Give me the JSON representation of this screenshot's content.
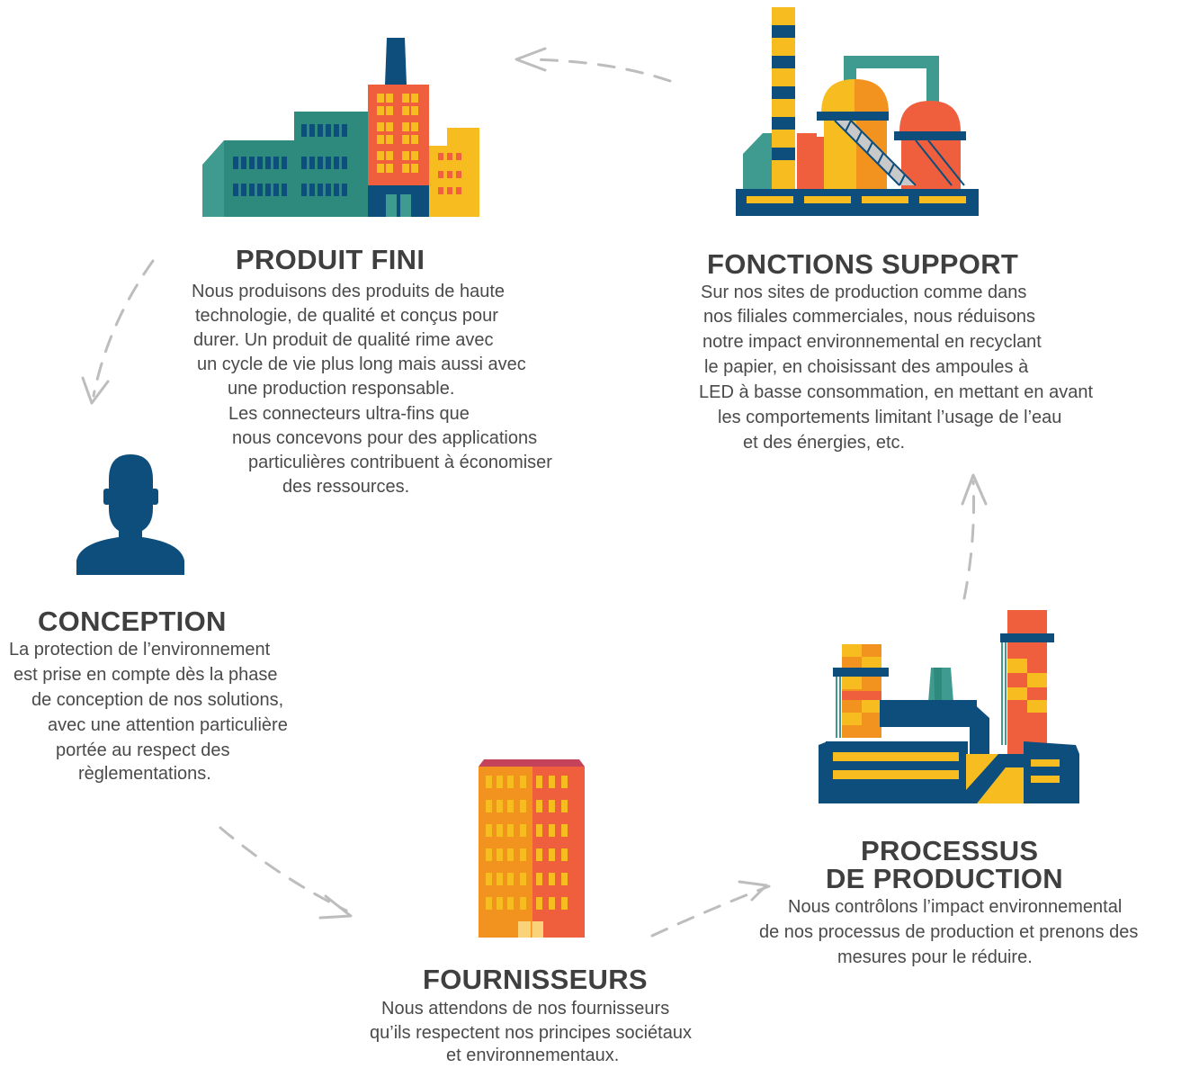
{
  "produit_fini": {
    "title": "PRODUIT FINI",
    "lines": [
      "Nous produisons des produits de haute",
      "technologie, de qualité et conçus pour",
      "durer. Un produit de qualité rime avec",
      "un cycle de vie plus long mais aussi avec",
      "une production responsable.",
      "Les connecteurs ultra-fins que",
      "nous concevons pour des applications",
      "particulières contribuent à économiser",
      "des ressources."
    ]
  },
  "fonctions_support": {
    "title": "FONCTIONS SUPPORT",
    "lines": [
      "Sur nos sites de production comme dans",
      "nos filiales commerciales, nous réduisons",
      "notre impact environnemental en recyclant",
      "le papier, en choisissant des ampoules à",
      "LED à basse consommation, en mettant en avant",
      "les comportements limitant l’usage de l’eau",
      "et des énergies, etc."
    ]
  },
  "conception": {
    "title": "CONCEPTION",
    "lines": [
      "La protection de l’environnement",
      "est prise en compte dès la phase",
      "de conception de nos solutions,",
      "avec une attention particulière",
      "portée au respect des",
      "règlementations."
    ]
  },
  "processus": {
    "title_line1": "PROCESSUS",
    "title_line2": "DE PRODUCTION",
    "lines": [
      "Nous contrôlons l’impact environnemental",
      "de nos processus de production et prenons des",
      "mesures pour le réduire."
    ]
  },
  "fournisseurs": {
    "title": "FOURNISSEURS",
    "lines": [
      "Nous attendons de nos fournisseurs",
      "qu’ils respectent nos principes sociétaux",
      "et environnementaux."
    ]
  },
  "colors": {
    "navy": "#0d4e7c",
    "teal": "#3f9b8f",
    "orange": "#f0603e",
    "amber": "#f3931f",
    "yellow": "#f7bd20",
    "text": "#4a4a4a",
    "title": "#3f3f3f",
    "arrow": "#bdbdbd"
  },
  "icons": [
    "factory-icon",
    "industrial-plant-icon",
    "person-icon",
    "refinery-icon",
    "office-tower-icon"
  ]
}
